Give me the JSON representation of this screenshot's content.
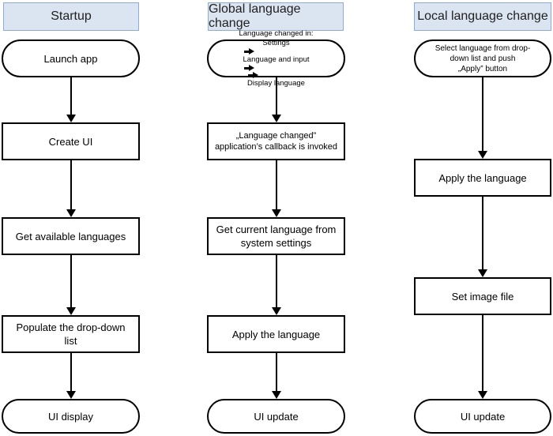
{
  "columns": {
    "startup": {
      "header": "Startup",
      "launch": "Launch app",
      "create_ui": "Create UI",
      "get_languages": "Get available languages",
      "populate_1": "Populate the drop-down",
      "populate_2": "list",
      "ui_display": "UI display"
    },
    "global": {
      "header": "Global language change",
      "start_line1": "Language changed in:",
      "start_settings": "Settings",
      "start_lang_input": "Language and input",
      "start_display": "Display language",
      "callback_1": "„Language changed”",
      "callback_2": "application’s callback is invoked",
      "get_current_1": "Get current language from",
      "get_current_2": "system settings",
      "apply": "Apply the language",
      "ui_update": "UI update"
    },
    "local": {
      "header": "Local language change",
      "start_1": "Select language from drop-",
      "start_2": "down list and push",
      "start_3": "„Apply” button",
      "apply": "Apply the language",
      "set_image": "Set image file",
      "ui_update": "UI update"
    }
  },
  "icons": {
    "inline_arrow": "right-arrow-icon",
    "flow_arrow": "down-arrow-icon"
  }
}
